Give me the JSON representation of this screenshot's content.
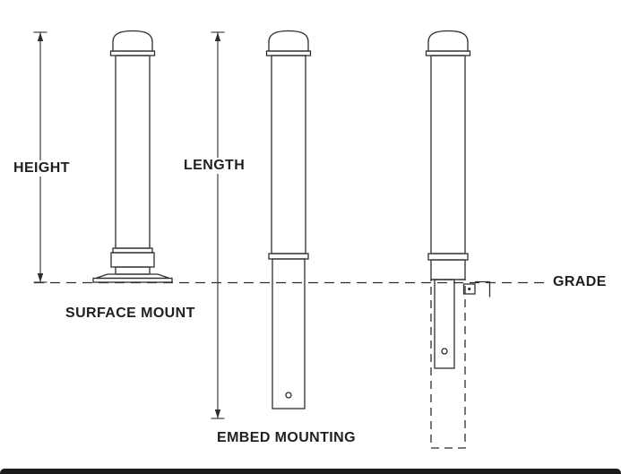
{
  "colors": {
    "line": "#2e2e2e",
    "text": "#1f1f1f",
    "background": "#ffffff",
    "footer-bar": "#1b1b1b"
  },
  "diagram": {
    "dimension_labels": {
      "height": "HEIGHT",
      "length": "LENGTH"
    },
    "mount_labels": {
      "surface": "SURFACE MOUNT",
      "embed": "EMBED MOUNTING"
    },
    "grade_label": "GRADE"
  }
}
